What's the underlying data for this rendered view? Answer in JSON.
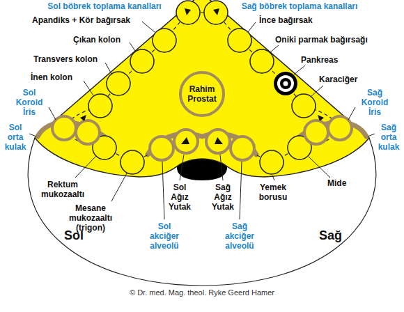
{
  "diagram": {
    "caption": "© Dr. med. Mag. theol. Ryke Geerd Hamer",
    "nodes": [
      {
        "text": [
          "Rahim Prostat"
        ]
      }
    ],
    "labels": [
      "Sol böbrek toplama kanalları",
      "Sağ böbrek toplama kanalları",
      "Apandiks + Kör bağırsak",
      "İnce bağırsak",
      "Çıkan kolon",
      "Oniki parmak bağırsağı",
      "Transvers kolon",
      "Pankreas",
      "İnen kolon",
      "Karaciğer",
      "Sol Koroid İris",
      "Sağ Koroid İris",
      "Sol orta kulak",
      "Sağ orta kulak",
      "Rektum mukozaaltı",
      "Mide",
      "Mesane mukozaaltı (trigon)",
      "Sol Ağız Yutak",
      "Sağ Ağız Yutak",
      "Yemek borusu",
      "Sol akciğer alveolü",
      "Sağ akciğer alveolü",
      "Sol",
      "Sağ"
    ]
  }
}
